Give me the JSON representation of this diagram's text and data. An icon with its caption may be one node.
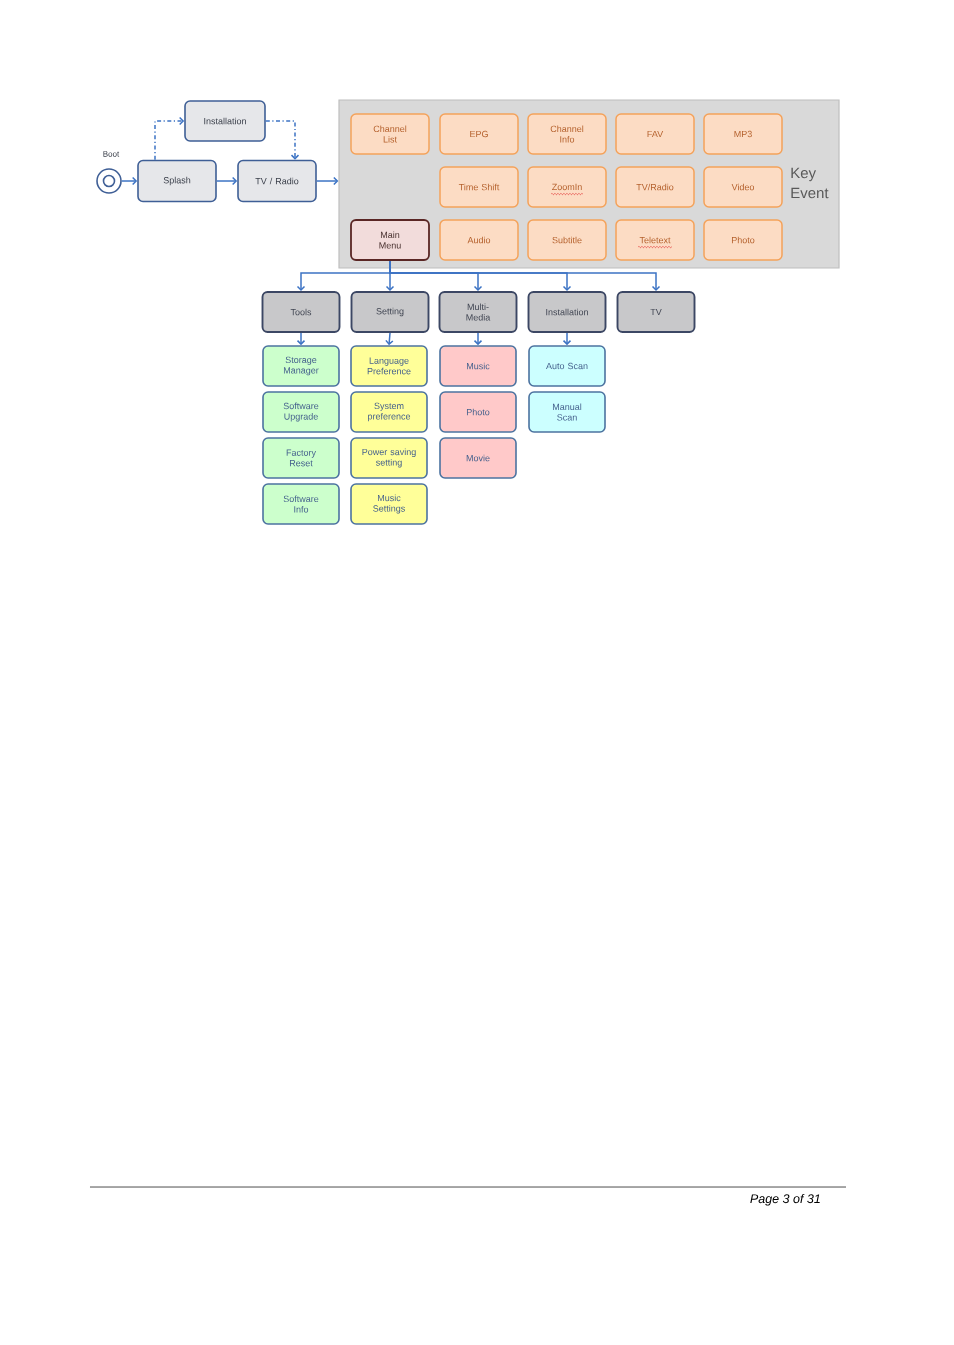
{
  "diagram": {
    "nodes": [
      {
        "text": [],
        "shape": "circle",
        "beside": [
          "Boot"
        ]
      },
      {
        "text": [
          "Splash"
        ]
      },
      {
        "text": [
          "Installation"
        ]
      },
      {
        "text": [
          "TV / Radio"
        ]
      },
      {
        "text": [
          "Key Event"
        ]
      },
      {
        "text": [
          "Channel List"
        ],
        "in": 4
      },
      {
        "text": [
          "EPG"
        ],
        "in": 4
      },
      {
        "text": [
          "Channel Info"
        ],
        "in": 4
      },
      {
        "text": [
          "FAV"
        ],
        "in": 4
      },
      {
        "text": [
          "MP3"
        ],
        "in": 4
      },
      {
        "text": [
          "Time Shift"
        ],
        "in": 4
      },
      {
        "text": [
          "ZoomIn"
        ],
        "in": 4
      },
      {
        "text": [
          "TV/Radio"
        ],
        "in": 4
      },
      {
        "text": [
          "Video"
        ],
        "in": 4
      },
      {
        "text": [
          "Main Menu"
        ],
        "in": 4
      },
      {
        "text": [
          "Audio"
        ],
        "in": 4
      },
      {
        "text": [
          "Subtitle"
        ],
        "in": 4
      },
      {
        "text": [
          "Teletext"
        ],
        "in": 4
      },
      {
        "text": [
          "Photo"
        ],
        "in": 4
      },
      {
        "text": [
          "Tools"
        ]
      },
      {
        "text": [
          "Setting"
        ]
      },
      {
        "text": [
          "Multi-Media"
        ]
      },
      {
        "text": [
          "Installation"
        ]
      },
      {
        "text": [
          "TV"
        ]
      },
      {
        "text": [
          "Storage Manager"
        ]
      },
      {
        "text": [
          "Software Upgrade"
        ]
      },
      {
        "text": [
          "Factory Reset"
        ]
      },
      {
        "text": [
          "Software Info"
        ]
      },
      {
        "text": [
          "Language Preference"
        ]
      },
      {
        "text": [
          "System preference"
        ]
      },
      {
        "text": [
          "Power saving setting"
        ]
      },
      {
        "text": [
          "Music Settings"
        ]
      },
      {
        "text": [
          "Music"
        ]
      },
      {
        "text": [
          "Photo"
        ]
      },
      {
        "text": [
          "Movie"
        ]
      },
      {
        "text": [
          "Auto Scan"
        ]
      },
      {
        "text": [
          "Manual Scan"
        ]
      }
    ],
    "edges": [
      {
        "from": 0,
        "to": 1,
        "arrow": "to"
      },
      {
        "from": 1,
        "to": 2,
        "arrow": "to",
        "style": "dashed"
      },
      {
        "from": 2,
        "to": 3,
        "arrow": "to",
        "style": "dashed"
      },
      {
        "from": 1,
        "to": 3,
        "arrow": "to"
      },
      {
        "from": 3,
        "to": 4,
        "arrow": "to"
      },
      {
        "from": 14,
        "to": 19,
        "arrow": "to"
      },
      {
        "from": 14,
        "to": 20,
        "arrow": "to"
      },
      {
        "from": 14,
        "to": 21,
        "arrow": "to"
      },
      {
        "from": 14,
        "to": 22,
        "arrow": "to"
      },
      {
        "from": 14,
        "to": 23,
        "arrow": "to"
      },
      {
        "from": 19,
        "to": 24,
        "arrow": "to"
      },
      {
        "from": 20,
        "to": 28,
        "arrow": "to"
      },
      {
        "from": 21,
        "to": 32,
        "arrow": "to"
      },
      {
        "from": 22,
        "to": 35,
        "arrow": "to"
      }
    ],
    "labels": [
      "Page 3 of 31"
    ]
  }
}
